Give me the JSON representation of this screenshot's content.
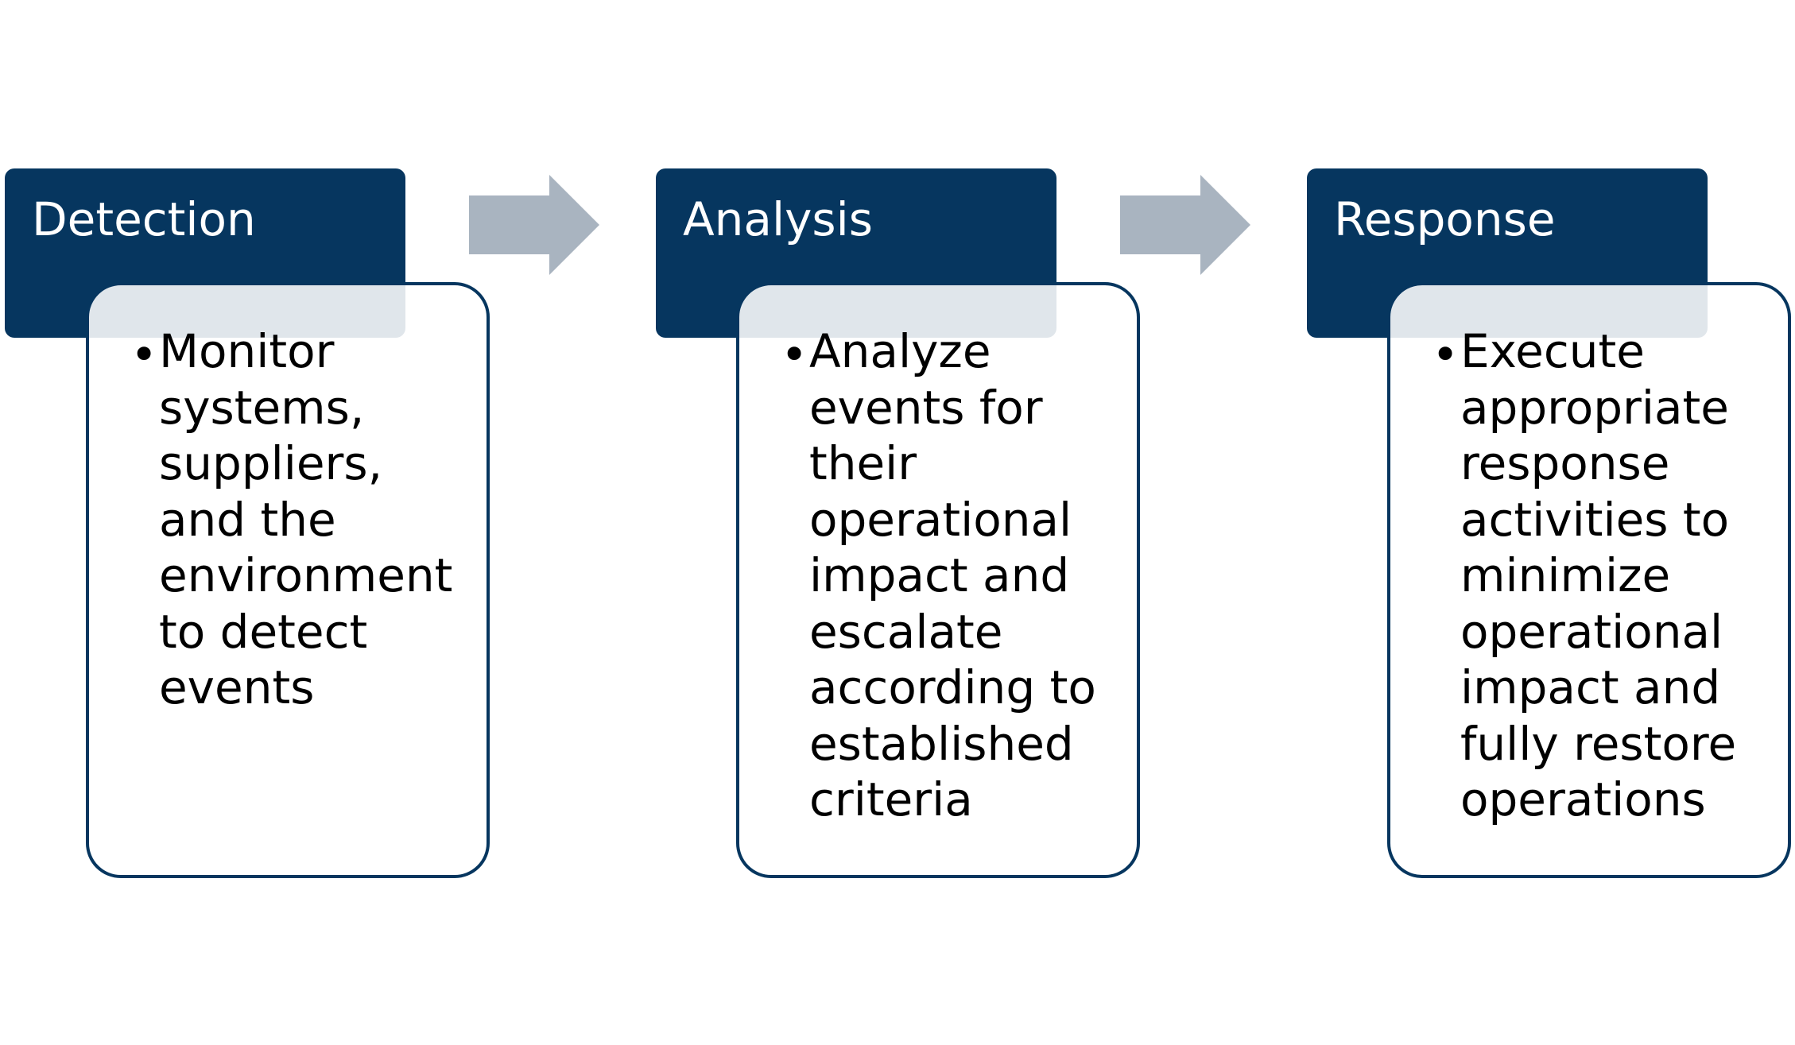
{
  "stages": [
    {
      "title": "Detection",
      "text": "Monitor\nsystems,\nsuppliers,\nand the\nenvironment\nto detect\nevents"
    },
    {
      "title": "Analysis",
      "text": "Analyze\nevents for\ntheir\noperational\nimpact and\nescalate\naccording to\nestablished\ncriteria"
    },
    {
      "title": "Response",
      "text": "Execute\nappropriate\nresponse\nactivities to\nminimize\noperational\nimpact and\nfully restore\noperations"
    }
  ],
  "bullet_glyph": "•",
  "colors": {
    "header_fill": "#06365f",
    "body_border": "#06365f",
    "arrow_fill": "#a9b4c0"
  }
}
